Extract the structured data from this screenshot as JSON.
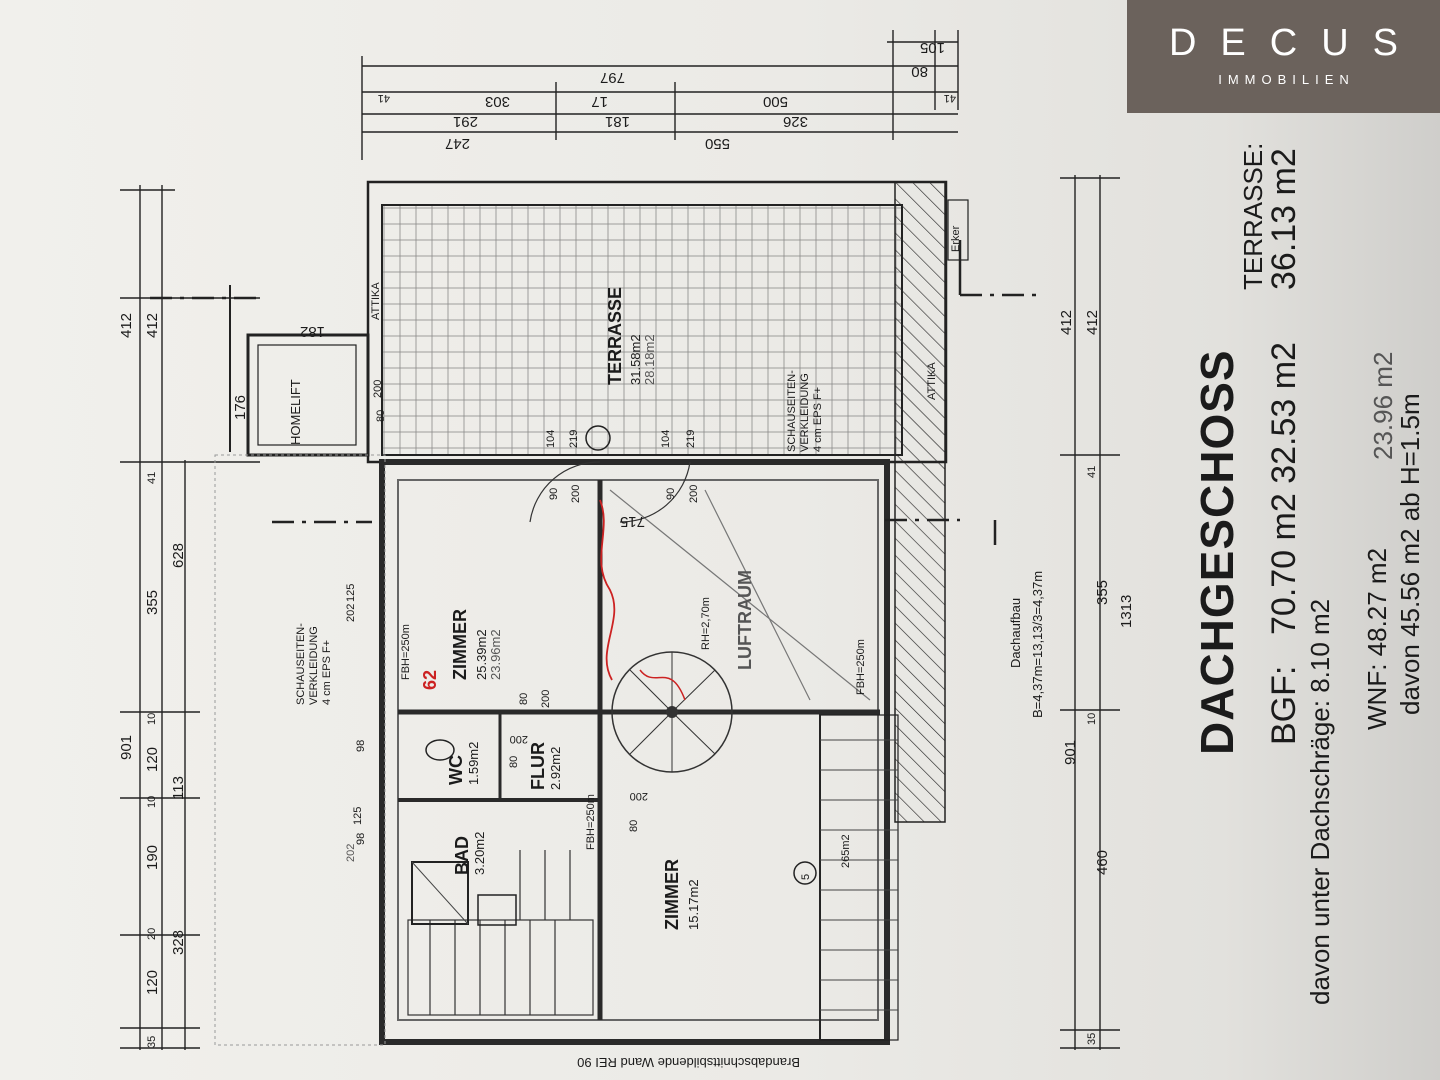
{
  "logo": {
    "brand": "DECUS",
    "sub": "IMMOBILIEN"
  },
  "summary": {
    "title": "DACHGESCHOSS",
    "bgf_label": "BGF:",
    "bgf_values": "70.70 m2  32.53 m2",
    "dachschraege": "davon unter Dachschräge:  8.10 m2",
    "terrasse_label": "TERRASSE:",
    "terrasse_value": "36.13 m2",
    "wnf": "WNF:  48.27 m2",
    "wnf_gray": "23.96 m2",
    "wnf_sub": "davon 45.56 m2 ab H=1.5m"
  },
  "rooms": {
    "zimmer1": {
      "name": "ZIMMER",
      "area": "25.39m2",
      "area2": "23.96m2"
    },
    "zimmer2": {
      "name": "ZIMMER",
      "area": "15.17m2"
    },
    "terrasse": {
      "name": "TERRASSE",
      "area": "31.58m2",
      "area2": "28.18m2"
    },
    "wc": {
      "name": "WC",
      "area": "1.59m2"
    },
    "bad": {
      "name": "BAD",
      "area": "3.20m2"
    },
    "flur": {
      "name": "FLUR",
      "area": "2.92m2"
    },
    "luftraum": "LUFTRAUM",
    "homelift": "HOMELIFT",
    "attika1": "ATTIKA",
    "attika2": "ATTIKA",
    "erker": "Erker",
    "schau1_l1": "SCHAUSEITEN-",
    "schau1_l2": "VERKLEIDUNG",
    "schau1_l3": "4 cm EPS F+",
    "schau2_l1": "SCHAUSEITEN-",
    "schau2_l2": "VERKLEIDUNG",
    "schau2_l3": "4 cm EPS F+",
    "dachaufbau": "Dachaufbau",
    "dachaufbau_formula": "B=4,37m=13,13/3=4,37m",
    "brandwand": "Brandabschnittsbildende Wand REI 90",
    "rh1": "RH=2,70m",
    "fbh1": "FBH=250m",
    "fbh2": "FBH=250m",
    "fbh3": "FBH=250m",
    "handwriting": "62"
  },
  "dims": {
    "top_rows": [
      "797",
      "303",
      "17",
      "500",
      "291",
      "181",
      "326",
      "247",
      "550"
    ],
    "top_small": [
      "105",
      "80",
      "41",
      "41"
    ],
    "left_col": [
      "412",
      "412",
      "355",
      "628",
      "41",
      "901",
      "120",
      "10",
      "113",
      "190",
      "20",
      "328",
      "120",
      "35",
      "10"
    ],
    "right_col": [
      "412",
      "412",
      "41",
      "355",
      "1313",
      "901",
      "10",
      "460",
      "35"
    ],
    "misc": [
      "182",
      "176",
      "200",
      "80",
      "104",
      "219",
      "104",
      "219",
      "90",
      "200",
      "90",
      "200",
      "715",
      "80",
      "200",
      "200",
      "80",
      "200",
      "80",
      "125",
      "98",
      "98",
      "202",
      "202",
      "125",
      "265m2",
      "5"
    ]
  }
}
